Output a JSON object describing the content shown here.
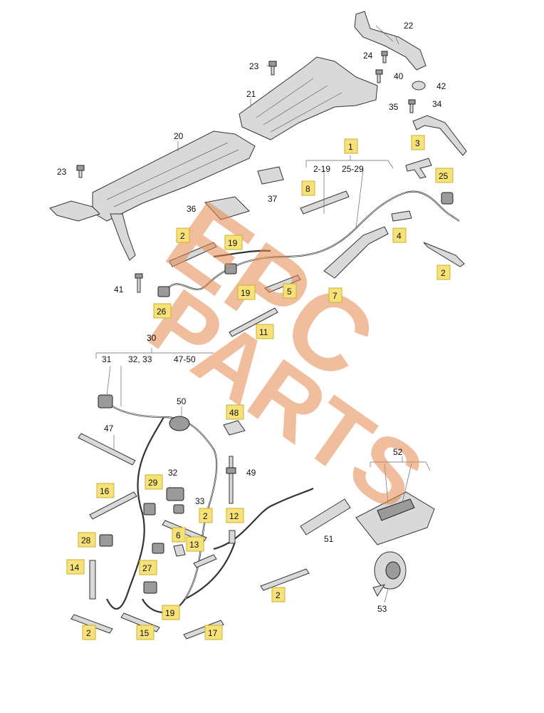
{
  "watermark": {
    "line1": "EPC",
    "line2": "PARTS",
    "color": "#e58a4e"
  },
  "badge_color": "#f7e27a",
  "labels": {
    "l22": "22",
    "l24": "24",
    "l40": "40",
    "l42": "42",
    "l35": "35",
    "l34": "34",
    "l23a": "23",
    "l21": "21",
    "l20": "20",
    "l23b": "23",
    "l1": "1",
    "l2_19": "2-19",
    "l25_29": "25-29",
    "l3": "3",
    "l25": "25",
    "l8": "8",
    "l37": "37",
    "l36": "36",
    "l4": "4",
    "l2a": "2",
    "l19a": "19",
    "l2b": "2",
    "l41": "41",
    "l5": "5",
    "l19b": "19",
    "l7": "7",
    "l26": "26",
    "l11": "11",
    "l30": "30",
    "l31": "31",
    "l32_33": "32, 33",
    "l47_50": "47-50",
    "l50": "50",
    "l48": "48",
    "l47": "47",
    "l49": "49",
    "l32": "32",
    "l52": "52",
    "l16": "16",
    "l29": "29",
    "l33": "33",
    "l2c": "2",
    "l12": "12",
    "l51": "51",
    "l28": "28",
    "l6": "6",
    "l13": "13",
    "l14": "14",
    "l27": "27",
    "l2d": "2",
    "l53": "53",
    "l19c": "19",
    "l2e": "2",
    "l15": "15",
    "l17": "17"
  }
}
